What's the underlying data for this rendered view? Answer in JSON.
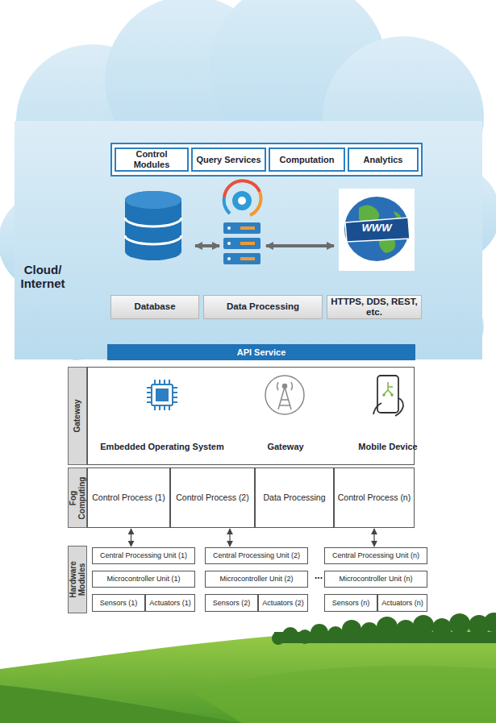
{
  "diagram": {
    "nodes": [
      {
        "text": [
          "Control Modules"
        ]
      },
      {
        "text": [
          "Query Services"
        ]
      },
      {
        "text": [
          "Computation"
        ]
      },
      {
        "text": [
          "Analytics"
        ]
      },
      {
        "text": [
          "Database"
        ]
      },
      {
        "text": [
          "Data Processing"
        ]
      },
      {
        "text": [
          "HTTPS, DDS, REST, etc."
        ]
      },
      {
        "text": [
          "API Service"
        ]
      },
      {
        "text": [
          "Gateway"
        ]
      },
      {
        "text": [
          "Embedded Operating System",
          "Gateway",
          "Mobile Device"
        ]
      },
      {
        "text": [
          "Fog Computing"
        ]
      },
      {
        "text": [
          "Control Process (1)"
        ]
      },
      {
        "text": [
          "Control Process (2)"
        ]
      },
      {
        "text": [
          "Data Processing"
        ]
      },
      {
        "text": [
          "Control Process (n)"
        ]
      },
      {
        "text": [
          "Hardware Modules"
        ]
      },
      {
        "text": [
          "Central Processing Unit (1)"
        ]
      },
      {
        "text": [
          "Microcontroller Unit (1)"
        ]
      },
      {
        "text": [
          "Sensors (1)"
        ]
      },
      {
        "text": [
          "Actuators (1)"
        ]
      },
      {
        "text": [
          "Central Processing Unit (2)"
        ]
      },
      {
        "text": [
          "Microcontroller Unit (2)"
        ]
      },
      {
        "text": [
          "Sensors (2)"
        ]
      },
      {
        "text": [
          "Actuators (2)"
        ]
      },
      {
        "text": [
          "Central Processing Unit (n)"
        ]
      },
      {
        "text": [
          "Microcontroller Unit (n)"
        ]
      },
      {
        "text": [
          "Sensors (n)"
        ]
      },
      {
        "text": [
          "Actuators (n)"
        ]
      }
    ],
    "edges": [
      {
        "from": 11,
        "to": 16,
        "arrow": "both"
      },
      {
        "from": 12,
        "to": 20,
        "arrow": "both"
      },
      {
        "from": 14,
        "to": 24,
        "arrow": "both"
      }
    ],
    "labels": [
      "Cloud/ Internet",
      "WWW",
      "..."
    ]
  }
}
